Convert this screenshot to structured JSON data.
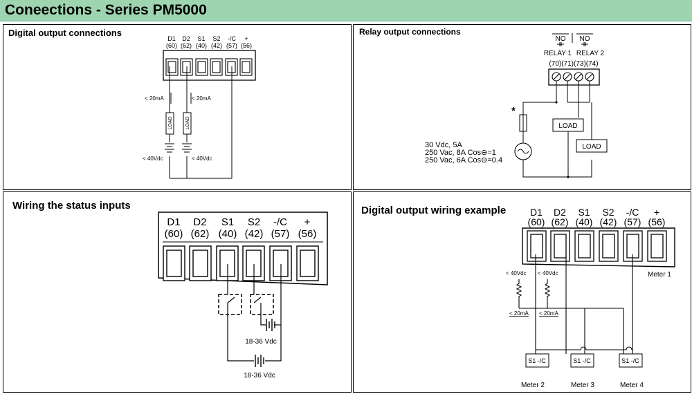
{
  "page_title": "Coneections - Series PM5000",
  "terminals": {
    "names": [
      "D1",
      "D2",
      "S1",
      "S2",
      "-/C",
      "+"
    ],
    "numbers": [
      "(60)",
      "(62)",
      "(40)",
      "(42)",
      "(57)",
      "(56)"
    ]
  },
  "panel_digital": {
    "title": "Digital output connections",
    "current_left": "< 20mA",
    "current_right": "< 20mA",
    "load": "LOAD",
    "volt_left": "< 40Vdc",
    "volt_right": "< 40Vdc"
  },
  "panel_relay": {
    "title": "Relay output connections",
    "no1": "NO",
    "no2": "NO",
    "relay1": "RELAY 1",
    "relay2": "RELAY 2",
    "terminals": "(70)(71)(73)(74)",
    "star": "*",
    "load": "LOAD",
    "ratings": [
      "30 Vdc, 5A",
      "250 Vac, 8A Cos⊖=1",
      "250 Vac, 6A Cos⊖=0.4"
    ]
  },
  "panel_status": {
    "title": "Wiring the status inputs",
    "supply1": "18-36 Vdc",
    "supply2": "18-36 Vdc"
  },
  "panel_example": {
    "title": "Digital output wiring example",
    "meter1": "Meter 1",
    "volt_left": "< 40Vdc",
    "volt_right": "< 40Vdc",
    "cur_left": "< 20mA",
    "cur_right": "< 20mA",
    "input_label": "S1 -/C",
    "meter2": "Meter 2",
    "meter3": "Meter 3",
    "meter4": "Meter 4"
  }
}
